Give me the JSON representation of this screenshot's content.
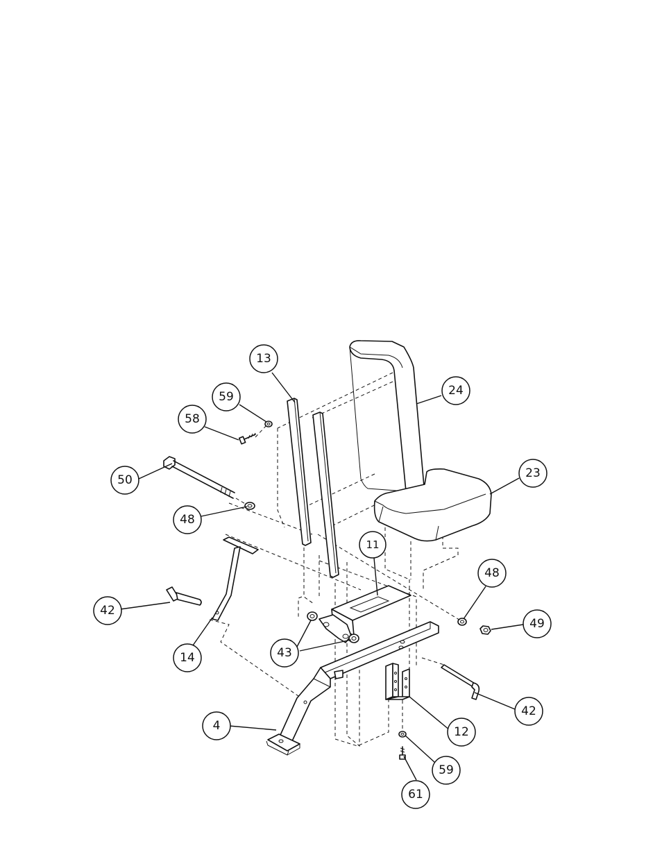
{
  "callouts": [
    {
      "id": "c13",
      "label": "13"
    },
    {
      "id": "c59a",
      "label": "59"
    },
    {
      "id": "c58",
      "label": "58"
    },
    {
      "id": "c24",
      "label": "24"
    },
    {
      "id": "c50",
      "label": "50"
    },
    {
      "id": "c23",
      "label": "23"
    },
    {
      "id": "c48a",
      "label": "48"
    },
    {
      "id": "c11",
      "label": "11"
    },
    {
      "id": "c48b",
      "label": "48"
    },
    {
      "id": "c42a",
      "label": "42"
    },
    {
      "id": "c49",
      "label": "49"
    },
    {
      "id": "c14",
      "label": "14"
    },
    {
      "id": "c43",
      "label": "43"
    },
    {
      "id": "c42b",
      "label": "42"
    },
    {
      "id": "c4",
      "label": "4"
    },
    {
      "id": "c12",
      "label": "12"
    },
    {
      "id": "c59b",
      "label": "59"
    },
    {
      "id": "c61",
      "label": "61"
    }
  ]
}
